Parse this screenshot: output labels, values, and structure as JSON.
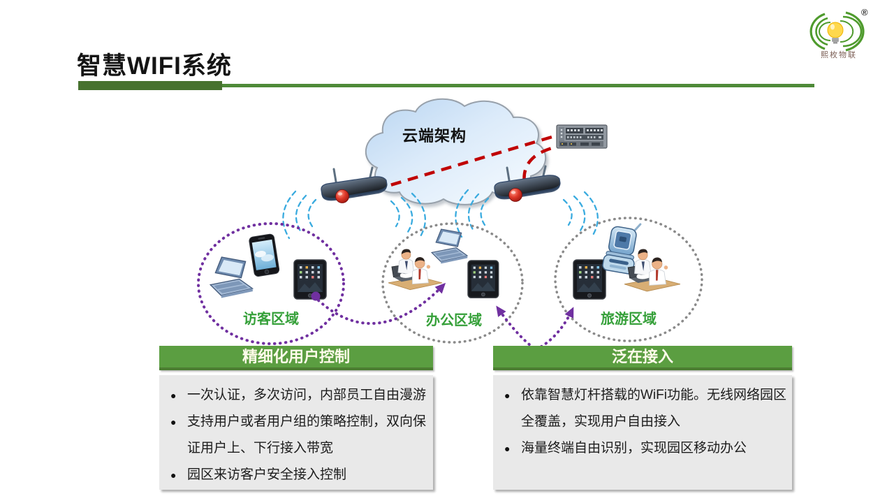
{
  "slide": {
    "title": "智慧WIFI系统",
    "logo": {
      "brand": "熙枚物联",
      "registered_mark": "®",
      "icon": "lightbulb-with-green-arcs"
    },
    "diagram": {
      "cloud_label": "云端架构",
      "zones": [
        {
          "label": "访客区域",
          "devices": [
            "laptop-icon",
            "smartphone-icon",
            "tablet-icon"
          ]
        },
        {
          "label": "办公区域",
          "devices": [
            "office-workers-icon",
            "laptop-icon",
            "tablet-icon"
          ]
        },
        {
          "label": "旅游区域",
          "devices": [
            "tablet-icon",
            "flip-phone-icon",
            "office-workers-icon"
          ]
        }
      ],
      "network_icons": [
        "cloud-icon",
        "switch-icon",
        "wireless-router-icon",
        "wireless-router-icon"
      ]
    },
    "panels": [
      {
        "header": "精细化用户控制",
        "bullets": [
          "一次认证，多次访问，内部员工自由漫游",
          "支持用户或者用户组的策略控制，双向保证用户上、下行接入带宽",
          "园区来访客户安全接入控制"
        ]
      },
      {
        "header": "泛在接入",
        "bullets": [
          "依靠智慧灯杆搭载的WiFi功能。无线网络园区全覆盖，实现用户自由接入",
          "海量终端自由识别，实现园区移动办公"
        ]
      }
    ],
    "colors": {
      "header_green": "#5b9e41",
      "header_green_dark": "#4b7d31",
      "zone_label_green": "#35a039",
      "title_bar_dark": "#47722f",
      "title_bar_light": "#4e8a38",
      "red_link": "#c00404",
      "purple_link": "#7030a0",
      "wifi_arc_blue": "#3aabdf",
      "panel_body_gray": "#e9e9e9"
    }
  }
}
